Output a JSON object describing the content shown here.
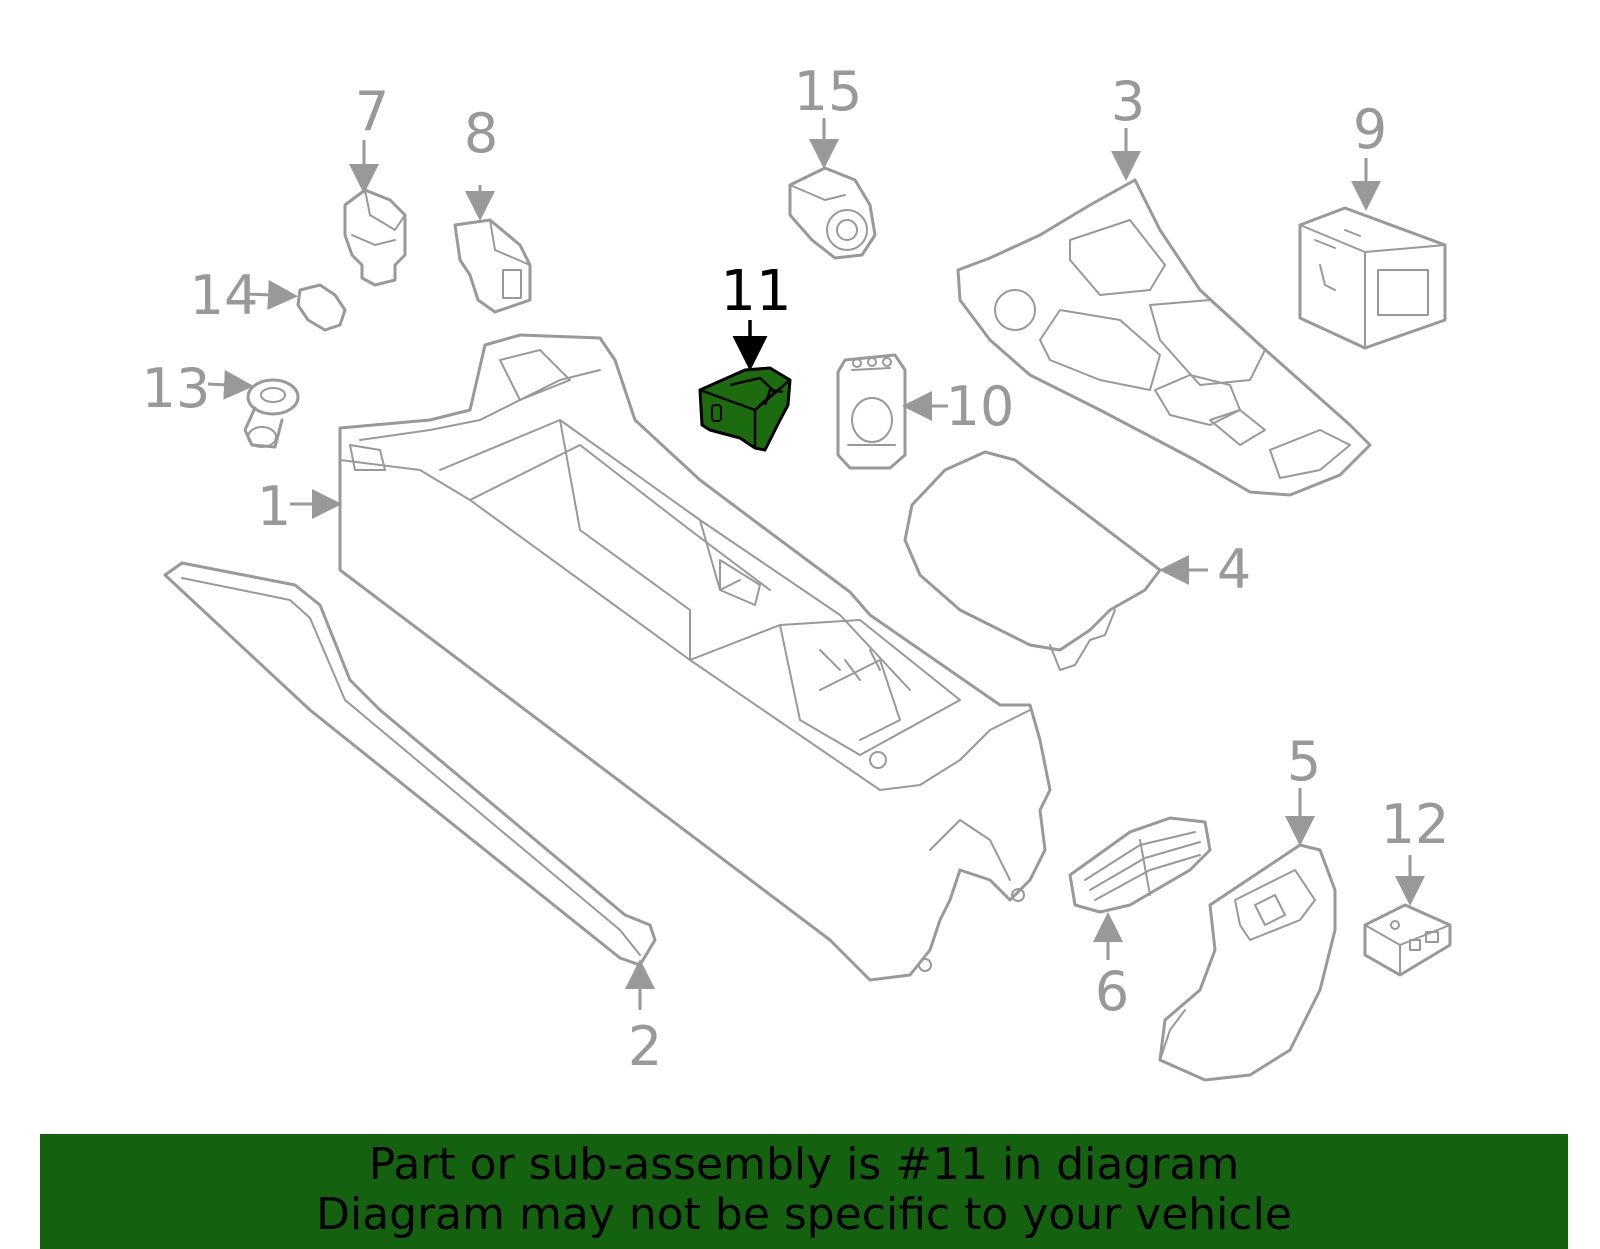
{
  "diagram": {
    "highlight_color": "#146110",
    "highlighted_callout": "11",
    "callouts": [
      "1",
      "2",
      "3",
      "4",
      "5",
      "6",
      "7",
      "8",
      "9",
      "10",
      "11",
      "12",
      "13",
      "14",
      "15"
    ]
  },
  "banner": {
    "line1": "Part or sub-assembly is #11 in diagram",
    "line2": "Diagram may not be specific to your vehicle"
  }
}
